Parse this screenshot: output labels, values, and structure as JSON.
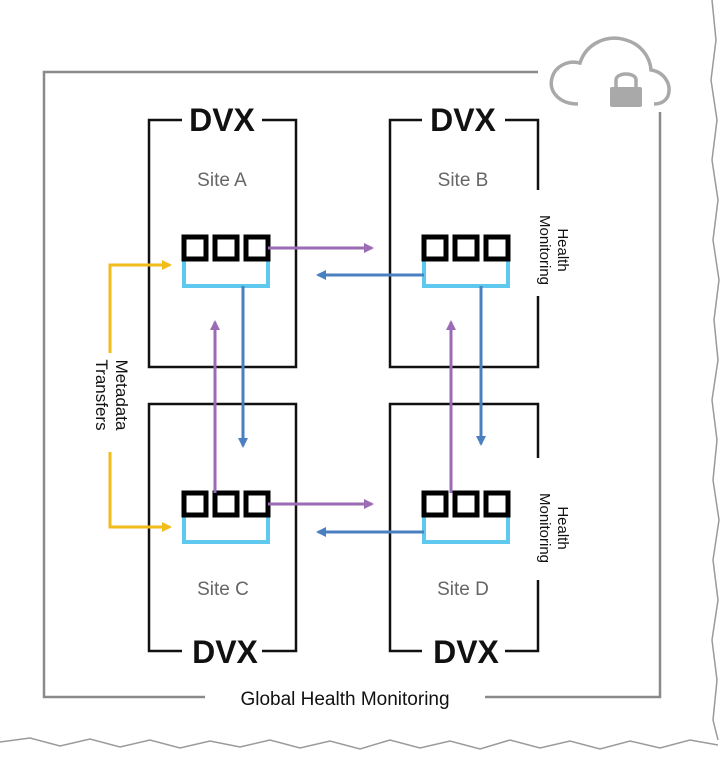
{
  "colors": {
    "frame": "#8a8a8a",
    "box": "#111111",
    "purple_arrow": "#9b6bb5",
    "blue_arrow": "#4a7fc0",
    "yellow_arrow": "#f2bd1a",
    "tray": "#5ec8ef",
    "cloud": "#a9a9a9"
  },
  "icons": {
    "cloud": "cloud-lock-icon",
    "storage": "storage-array-icon"
  },
  "diagram": {
    "outer_label": "Global Health Monitoring",
    "sites": [
      {
        "brand": "DVX",
        "name": "Site A"
      },
      {
        "brand": "DVX",
        "name": "Site B"
      },
      {
        "brand": "DVX",
        "name": "Site C"
      },
      {
        "brand": "DVX",
        "name": "Site D"
      }
    ],
    "left_label_line1": "Metadata",
    "left_label_line2": "Transfers",
    "health_top_line1": "Health",
    "health_top_line2": "Monitoring",
    "health_bottom_line1": "Health",
    "health_bottom_line2": "Monitoring"
  }
}
